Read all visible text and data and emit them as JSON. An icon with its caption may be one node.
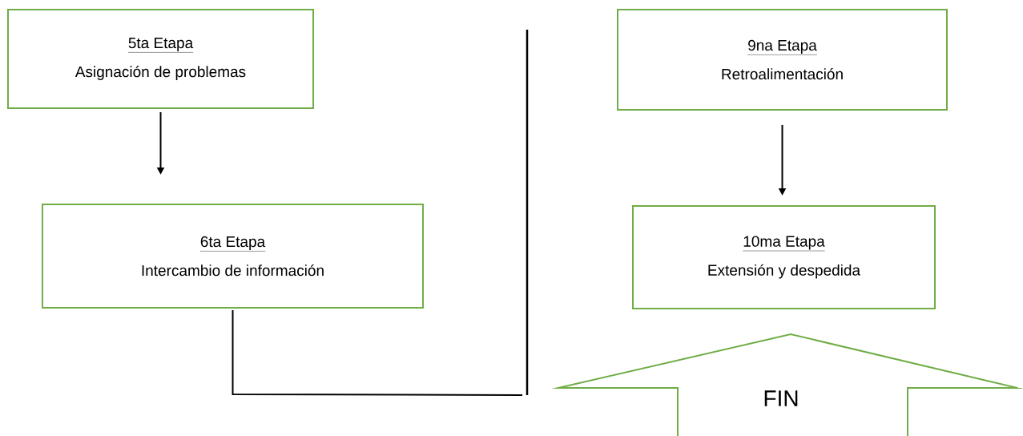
{
  "diagram": {
    "nodes": [
      {
        "text": [
          "5ta Etapa",
          "Asignación de problemas"
        ]
      },
      {
        "text": [
          "6ta Etapa",
          "Intercambio de información"
        ]
      },
      {
        "text": [
          "9na Etapa",
          "Retroalimentación"
        ]
      },
      {
        "text": [
          "10ma Etapa",
          "Extensión y despedida"
        ]
      },
      {
        "text": [
          "FIN"
        ]
      }
    ],
    "edges": [
      {
        "from": 0,
        "to": 1,
        "arrow": "to"
      },
      {
        "from": 2,
        "to": 3,
        "arrow": "to"
      },
      {
        "from": 1,
        "to": null,
        "arrow": "none"
      }
    ]
  }
}
